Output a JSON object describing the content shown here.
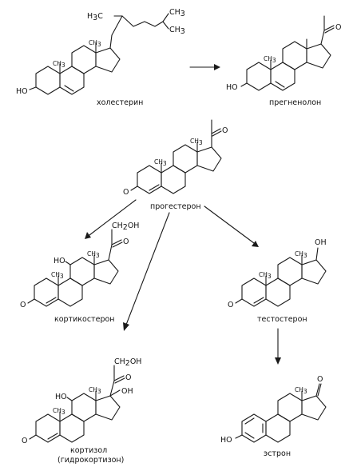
{
  "compounds": {
    "cholesterol": {
      "name": "холестерин",
      "ho": "HO",
      "h3c": "H",
      "h3c_sub": "3",
      "h3c_c": "C",
      "ch3": "CH",
      "ch3_sub": "3",
      "me": "CH",
      "me_sub": "3"
    },
    "pregnenolone": {
      "name": "прегненолон",
      "ho": "HO",
      "o": "O",
      "me": "CH",
      "me_sub": "3"
    },
    "progesterone": {
      "name": "прогестерон",
      "o": "O",
      "o_ring": "O",
      "me": "CH",
      "me_sub": "3"
    },
    "corticosterone": {
      "name": "кортикостерон",
      "ho": "HO",
      "o": "O",
      "o_ring": "O",
      "ch2oh": "CH",
      "ch2oh_sub": "2",
      "ch2oh_tail": "OH",
      "me": "CH",
      "me_sub": "3"
    },
    "testosterone": {
      "name": "тестостерон",
      "oh": "OH",
      "o_ring": "O",
      "me": "CH",
      "me_sub": "3"
    },
    "cortisol": {
      "name": "кортизол",
      "alt_name": "(гидрокортизон)",
      "ho": "HO",
      "oh": "OH",
      "o": "O",
      "o_ring": "O",
      "ch2oh": "CH",
      "ch2oh_sub": "2",
      "ch2oh_tail": "OH",
      "me": "CH",
      "me_sub": "3"
    },
    "estrone": {
      "name": "эстрон",
      "ho": "HO",
      "o": "O",
      "me": "CH",
      "me_sub": "3"
    }
  }
}
